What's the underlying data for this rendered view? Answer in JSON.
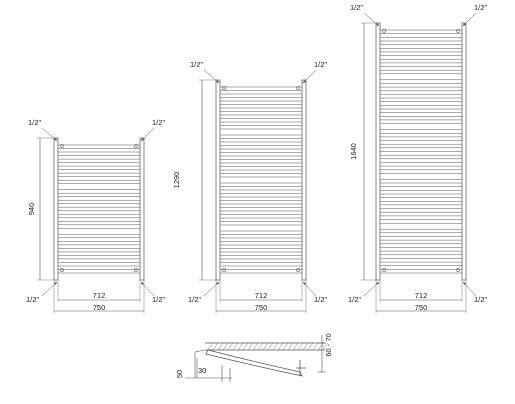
{
  "drawing": {
    "thread_label": "1/2\"",
    "radiators": [
      {
        "height_label": "940",
        "inner_width_label": "712",
        "outer_width_label": "750"
      },
      {
        "height_label": "1290",
        "inner_width_label": "712",
        "outer_width_label": "750"
      },
      {
        "height_label": "1640",
        "inner_width_label": "712",
        "outer_width_label": "750"
      }
    ],
    "side_view": {
      "depth_label": "60 - 70",
      "offset_label": "30",
      "wall_label": "50"
    }
  },
  "colors": {
    "line": "#555555",
    "text": "#222222",
    "background": "#ffffff"
  }
}
